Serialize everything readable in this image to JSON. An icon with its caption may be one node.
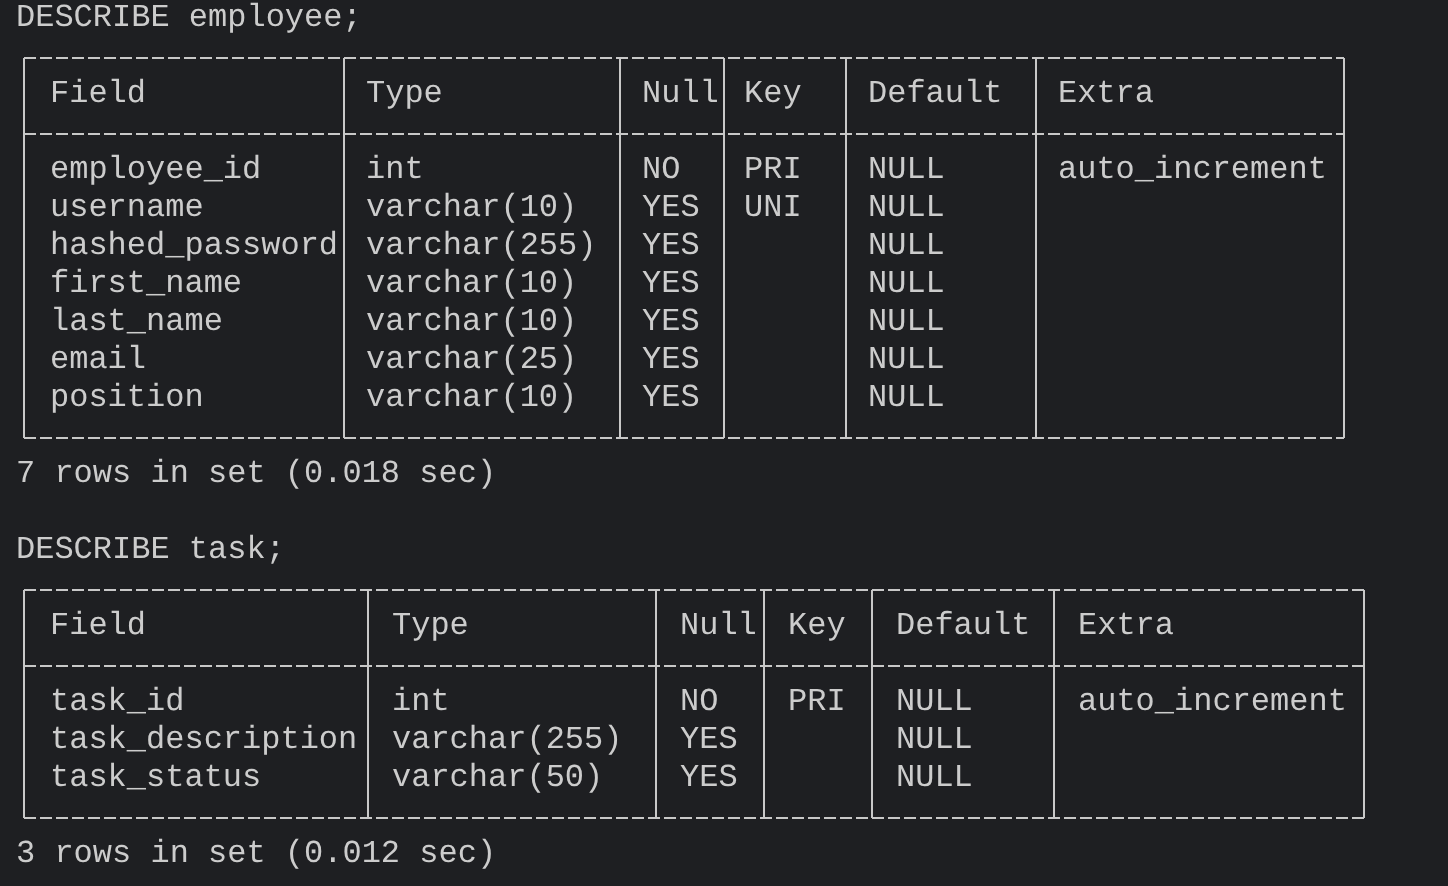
{
  "diagram": {
    "labels": [
      "DESCRIBE employee;",
      "Field",
      "Type",
      "Null",
      "Key",
      "Default",
      "Extra",
      "employee_id",
      "int",
      "NO",
      "PRI",
      "NULL",
      "auto_increment",
      "username",
      "varchar(10)",
      "YES",
      "UNI",
      "NULL",
      "hashed_password",
      "varchar(255)",
      "YES",
      "NULL",
      "first_name",
      "varchar(10)",
      "YES",
      "NULL",
      "last_name",
      "varchar(10)",
      "YES",
      "NULL",
      "email",
      "varchar(25)",
      "YES",
      "NULL",
      "position",
      "varchar(10)",
      "YES",
      "NULL",
      "7 rows in set (0.018 sec)",
      "DESCRIBE task;",
      "Field",
      "Type",
      "Null",
      "Key",
      "Default",
      "Extra",
      "task_id",
      "int",
      "NO",
      "PRI",
      "NULL",
      "auto_increment",
      "task_description",
      "varchar(255)",
      "YES",
      "NULL",
      "task_status",
      "varchar(50)",
      "YES",
      "NULL",
      "3 rows in set (0.012 sec)"
    ]
  }
}
